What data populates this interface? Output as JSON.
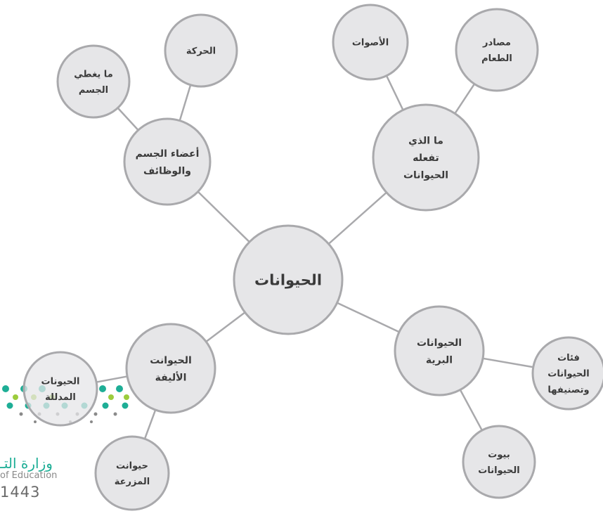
{
  "diagram": {
    "root": "الحيوانات",
    "nodes": [
      {
        "id": "root",
        "lines": [
          "الحيوانات"
        ],
        "level": 0
      },
      {
        "id": "body",
        "lines": [
          "أعضاء الجسم",
          "والوظائف"
        ],
        "level": 1
      },
      {
        "id": "what",
        "lines": [
          "ما الذي",
          "تفعله",
          "الحيوانات"
        ],
        "level": 1
      },
      {
        "id": "pets",
        "lines": [
          "الحيوانت",
          "الأليفة"
        ],
        "level": 1
      },
      {
        "id": "wild",
        "lines": [
          "الحيوانات",
          "البرية"
        ],
        "level": 1
      },
      {
        "id": "cover",
        "lines": [
          "ما يغطي",
          "الجسم"
        ],
        "level": 2
      },
      {
        "id": "move",
        "lines": [
          "الحركة"
        ],
        "level": 2
      },
      {
        "id": "sounds",
        "lines": [
          "الأصوات"
        ],
        "level": 2
      },
      {
        "id": "food",
        "lines": [
          "مصادر",
          "الطعام"
        ],
        "level": 2
      },
      {
        "id": "spoiled",
        "lines": [
          "الحيونات",
          "المدللة"
        ],
        "level": 2
      },
      {
        "id": "farm",
        "lines": [
          "حيوانت",
          "المزرعة"
        ],
        "level": 2
      },
      {
        "id": "cats",
        "lines": [
          "فئات",
          "الحيوانات",
          "وتصنيفها"
        ],
        "level": 2
      },
      {
        "id": "homes",
        "lines": [
          "بيوت",
          "الحيوانات"
        ],
        "level": 2
      }
    ],
    "edges": [
      [
        "root",
        "body"
      ],
      [
        "root",
        "what"
      ],
      [
        "root",
        "pets"
      ],
      [
        "root",
        "wild"
      ],
      [
        "body",
        "cover"
      ],
      [
        "body",
        "move"
      ],
      [
        "what",
        "sounds"
      ],
      [
        "what",
        "food"
      ],
      [
        "pets",
        "spoiled"
      ],
      [
        "pets",
        "farm"
      ],
      [
        "wild",
        "cats"
      ],
      [
        "wild",
        "homes"
      ]
    ]
  },
  "logo": {
    "arabic_text": "وزارة التـ",
    "english_text": "of Education",
    "year": "1443",
    "colors": {
      "teal": "#1eae96",
      "green": "#9ccc3c",
      "gray": "#8a8a8a"
    }
  },
  "colors": {
    "node_fill": "#e6e6e8",
    "node_stroke": "#a9a9ac",
    "text": "#3a3a3a"
  }
}
